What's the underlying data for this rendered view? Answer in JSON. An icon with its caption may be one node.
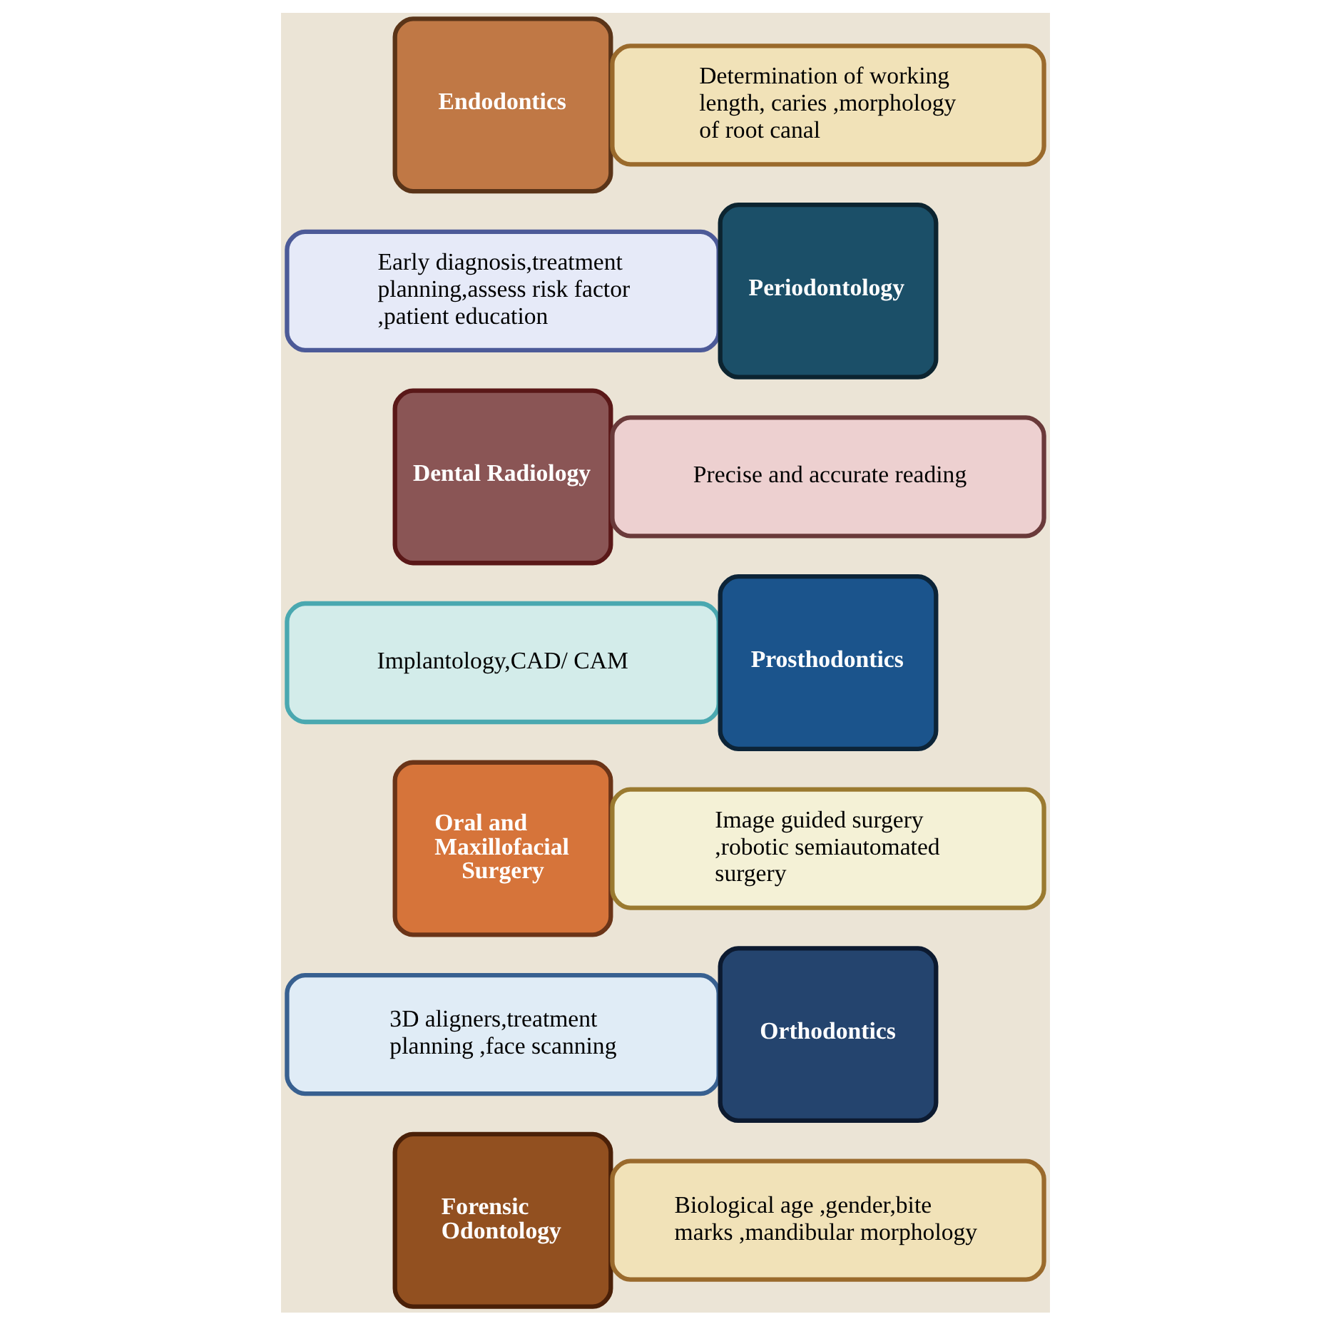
{
  "diagram": {
    "nodes": [
      {
        "text": [
          "Endodontics"
        ]
      },
      {
        "text": [
          "Determination of working length, caries ,morphology of root canal"
        ]
      },
      {
        "text": [
          "Early diagnosis,treatment planning,assess risk factor ,patient education"
        ]
      },
      {
        "text": [
          "Periodontology"
        ]
      },
      {
        "text": [
          "Dental Radiology"
        ]
      },
      {
        "text": [
          "Precise and accurate reading"
        ]
      },
      {
        "text": [
          "Implantology,CAD/ CAM"
        ]
      },
      {
        "text": [
          "Prosthodontics"
        ]
      },
      {
        "text": [
          "Oral and Maxillofacial Surgery"
        ]
      },
      {
        "text": [
          "Image guided surgery ,robotic semiautomated surgery"
        ]
      },
      {
        "text": [
          "3D aligners,treatment planning ,face scanning"
        ]
      },
      {
        "text": [
          "Orthodontics"
        ]
      },
      {
        "text": [
          "Forensic Odontology"
        ]
      },
      {
        "text": [
          "Biological age ,gender,bite marks ,mandibular morphology"
        ]
      }
    ]
  }
}
